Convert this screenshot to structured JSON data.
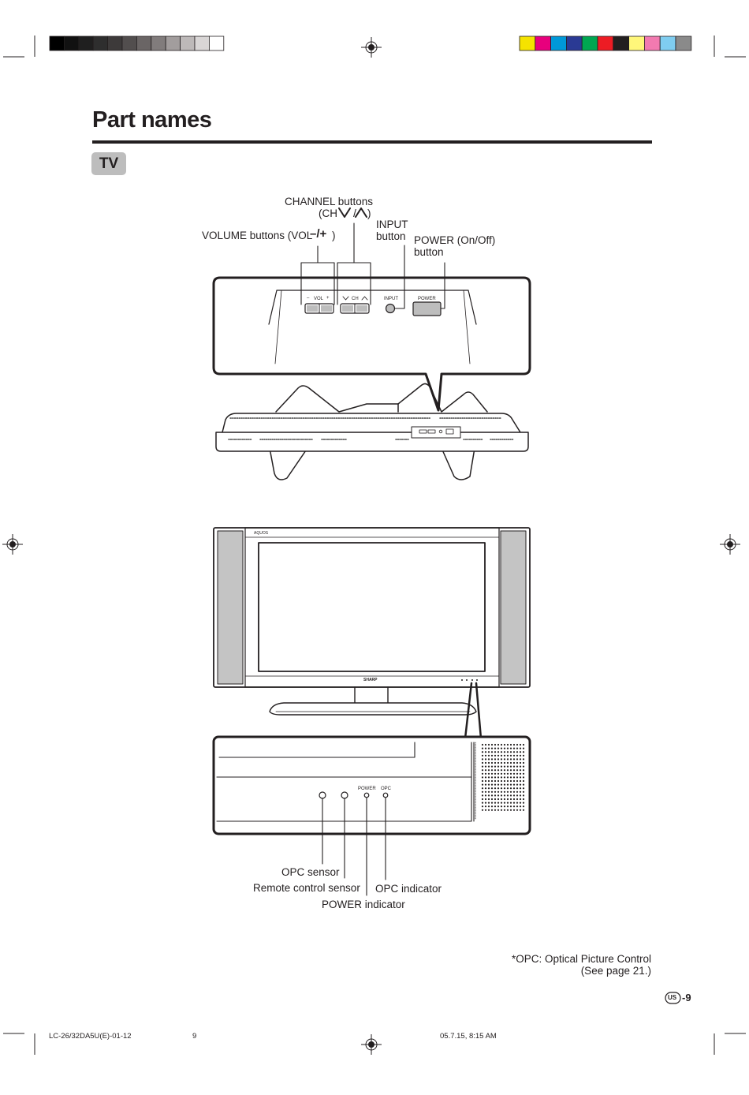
{
  "page": {
    "title": "Part names",
    "section_badge": "TV"
  },
  "control_labels": {
    "channel_line1": "CHANNEL buttons",
    "channel_line2": "(CH",
    "channel_line2_end": ")",
    "volume": "VOLUME buttons (VOL",
    "volume_end": " )",
    "volume_signs": "–/+",
    "input_line1": "INPUT",
    "input_line2": "button",
    "power_line1": "POWER (On/Off)",
    "power_line2": "button"
  },
  "panel_marks": {
    "minus": "–",
    "vol": "VOL",
    "plus": "+",
    "ch": "CH",
    "input": "INPUT",
    "power": "POWER"
  },
  "tv_front": {
    "brand_top": "AQUOS",
    "brand_bottom": "SHARP"
  },
  "indicator_panel": {
    "power_mark": "POWER",
    "opc_mark": "OPC"
  },
  "sensor_labels": {
    "opc_sensor": "OPC sensor",
    "remote_sensor": "Remote control sensor",
    "opc_indicator": "OPC indicator",
    "power_indicator": "POWER indicator"
  },
  "footnote": {
    "line1": "*OPC: Optical Picture Control",
    "line2": "(See page 21.)"
  },
  "page_number": {
    "region_mark": "US",
    "number": "-9"
  },
  "print_footer": {
    "model": "LC-26/32DA5U(E)-01-12",
    "sheet": "9",
    "date": "05.7.15, 8:15 AM"
  },
  "colors": {
    "gray_bar": [
      "#000000",
      "#111111",
      "#1f1f1f",
      "#2e2e2e",
      "#3d3a3a",
      "#524e4e",
      "#6a6565",
      "#817c7c",
      "#a29d9d",
      "#bdb9b9",
      "#d9d6d6",
      "#ffffff"
    ],
    "color_bar": [
      "#f5e300",
      "#e8007d",
      "#0098d8",
      "#2a3a94",
      "#00a651",
      "#ed1c24",
      "#231f20",
      "#fff77a",
      "#f27ab0",
      "#7fcdf0",
      "#8a8a8a"
    ]
  }
}
